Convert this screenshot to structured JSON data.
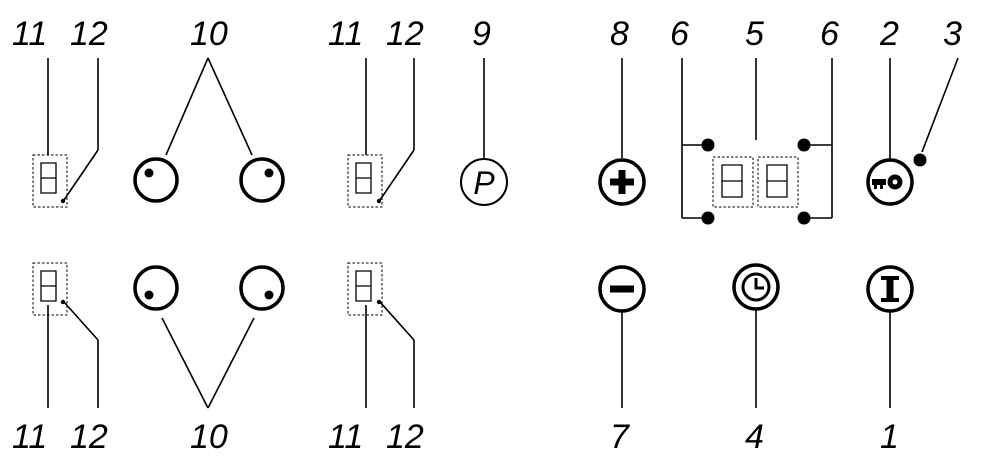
{
  "labels": {
    "l1": "1",
    "l2": "2",
    "l3": "3",
    "l4": "4",
    "l5": "5",
    "l6": "6",
    "l7": "7",
    "l8": "8",
    "l9": "9",
    "l10": "10",
    "l11": "11",
    "l12": "12"
  },
  "icons": {
    "power": "power-icon",
    "lock": "key-lock-icon",
    "timer": "clock-icon",
    "plus": "plus-icon",
    "minus": "minus-icon",
    "boost": "p-icon",
    "zone": "zone-selector-icon",
    "display": "seven-segment-display-icon"
  },
  "boost_symbol": "P"
}
